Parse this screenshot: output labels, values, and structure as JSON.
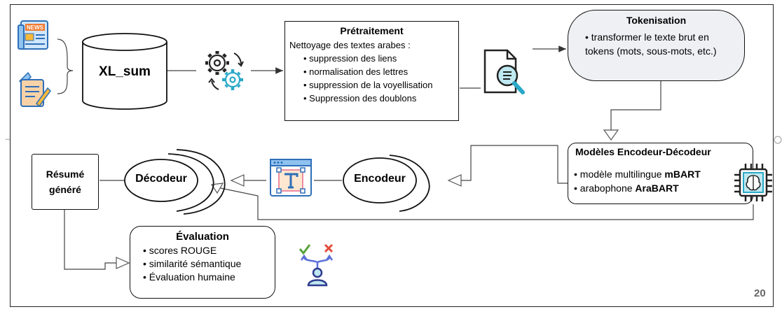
{
  "dataset": {
    "label": "XL_sum"
  },
  "preprocessing": {
    "title": "Prétraitement",
    "intro": "Nettoyage des textes arabes :",
    "items": [
      "suppression des liens",
      "normalisation des lettres",
      "suppression de la voyellisation",
      "Suppression des doublons"
    ]
  },
  "tokenisation": {
    "title": "Tokenisation",
    "text": "• transformer le texte brut en tokens (mots, sous-mots, etc.)"
  },
  "models": {
    "title": "Modèles Encodeur-Décodeur",
    "item1_prefix": "• modèle multilingue ",
    "item1_bold": "mBART",
    "item2_prefix": "• arabophone ",
    "item2_bold": "AraBART"
  },
  "encoder": {
    "label": "Encodeur"
  },
  "decoder": {
    "label": "Décodeur"
  },
  "summary": {
    "label": "Résumé généré"
  },
  "evaluation": {
    "title": "Évaluation",
    "items": [
      "scores ROUGE",
      "similarité sémantique",
      "Évaluation humaine"
    ]
  },
  "page_number": "20",
  "icons": [
    "news-icon",
    "document-edit-icon",
    "gears-icon",
    "document-search-icon",
    "text-tool-icon",
    "ai-chip-icon",
    "decision-person-icon"
  ],
  "colors": {
    "accent_blue": "#3b82f6",
    "teal": "#2aa8c8",
    "check_green": "#57a23a",
    "cross_red": "#e34b3b",
    "token_bg": "#eef0f3"
  }
}
